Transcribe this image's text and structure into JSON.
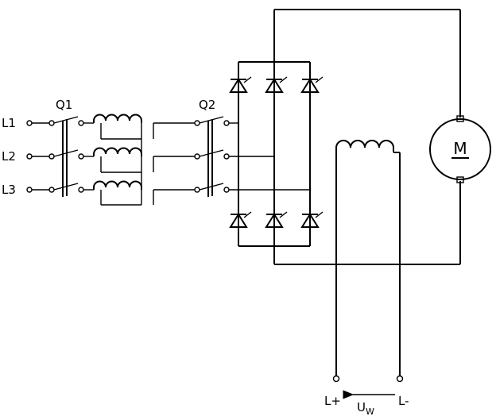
{
  "labels": {
    "l1": "L1",
    "l2": "L2",
    "l3": "L3",
    "q1": "Q1",
    "q2": "Q2",
    "motor": "M",
    "l_plus": "L+",
    "l_minus": "L-",
    "uw_main": "U",
    "uw_sub": "W"
  },
  "colors": {
    "line": "#000000",
    "background": "#ffffff"
  }
}
